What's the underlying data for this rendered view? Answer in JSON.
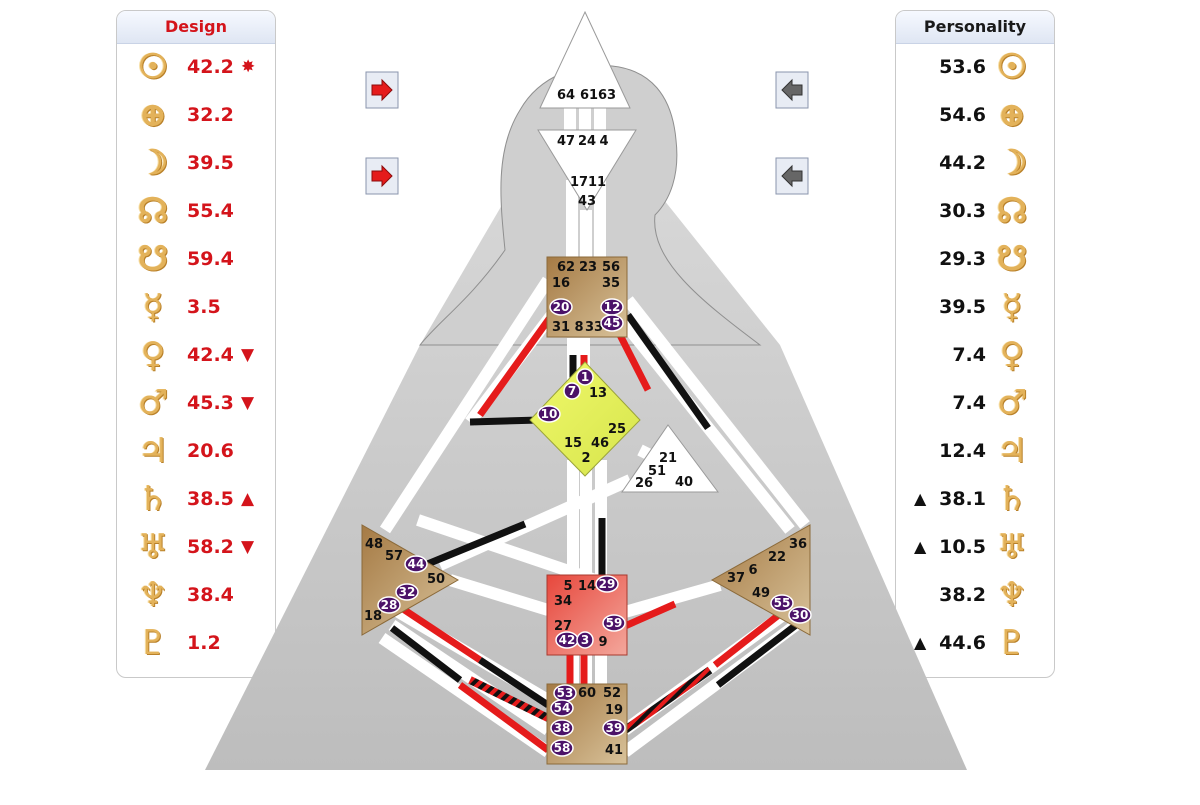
{
  "design": {
    "title": "Design",
    "rows": [
      {
        "glyph": "☉",
        "value": "42.2",
        "mark": "✸"
      },
      {
        "glyph": "⊕",
        "value": "32.2",
        "mark": ""
      },
      {
        "glyph": "☽",
        "value": "39.5",
        "mark": ""
      },
      {
        "glyph": "☊",
        "value": "55.4",
        "mark": ""
      },
      {
        "glyph": "☋",
        "value": "59.4",
        "mark": ""
      },
      {
        "glyph": "☿",
        "value": "3.5",
        "mark": ""
      },
      {
        "glyph": "♀",
        "value": "42.4",
        "mark": "▼"
      },
      {
        "glyph": "♂",
        "value": "45.3",
        "mark": "▼"
      },
      {
        "glyph": "♃",
        "value": "20.6",
        "mark": ""
      },
      {
        "glyph": "♄",
        "value": "38.5",
        "mark": "▲"
      },
      {
        "glyph": "♅",
        "value": "58.2",
        "mark": "▼"
      },
      {
        "glyph": "♆",
        "value": "38.4",
        "mark": ""
      },
      {
        "glyph": "♇",
        "value": "1.2",
        "mark": ""
      }
    ]
  },
  "personality": {
    "title": "Personality",
    "rows": [
      {
        "glyph": "☉",
        "value": "53.6",
        "mark": ""
      },
      {
        "glyph": "⊕",
        "value": "54.6",
        "mark": ""
      },
      {
        "glyph": "☽",
        "value": "44.2",
        "mark": ""
      },
      {
        "glyph": "☊",
        "value": "30.3",
        "mark": ""
      },
      {
        "glyph": "☋",
        "value": "29.3",
        "mark": ""
      },
      {
        "glyph": "☿",
        "value": "39.5",
        "mark": ""
      },
      {
        "glyph": "♀",
        "value": "7.4",
        "mark": ""
      },
      {
        "glyph": "♂",
        "value": "7.4",
        "mark": ""
      },
      {
        "glyph": "♃",
        "value": "12.4",
        "mark": ""
      },
      {
        "glyph": "♄",
        "value": "38.1",
        "mark": "▲"
      },
      {
        "glyph": "♅",
        "value": "10.5",
        "mark": "▲"
      },
      {
        "glyph": "♆",
        "value": "38.2",
        "mark": ""
      },
      {
        "glyph": "♇",
        "value": "44.6",
        "mark": "▲"
      }
    ]
  },
  "nav": {
    "left_icon": "red-arrow-right-icon",
    "right_icon": "gray-arrow-left-icon"
  },
  "colors": {
    "design_red": "#d4141b",
    "planet_gold": "#e3b25a",
    "highlight_purple": "#4b1268",
    "head_center": "#ffffff",
    "ajna_center": "#ffffff",
    "throat_center": "#b08a5a",
    "g_center": "#e6f36b",
    "sacral_center": "#e05a4e",
    "root_center": "#c9ad83",
    "spleen_center": "#b08a5a",
    "solar_plexus_center": "#b08a5a"
  },
  "bodygraph": {
    "head_gates": [
      "64",
      "61",
      "63"
    ],
    "ajna_gates": [
      "47",
      "24",
      "4",
      "17",
      "11",
      "43"
    ],
    "throat_gates": [
      "62",
      "23",
      "56",
      "16",
      "35",
      "20",
      "12",
      "31",
      "8",
      "33",
      "45"
    ],
    "g_gates": [
      "1",
      "7",
      "13",
      "10",
      "25",
      "15",
      "46",
      "2"
    ],
    "heart_gates": [
      "21",
      "51",
      "26",
      "40"
    ],
    "spleen_gates": [
      "48",
      "57",
      "44",
      "50",
      "32",
      "28",
      "18"
    ],
    "solar_plexus_gates": [
      "36",
      "22",
      "6",
      "37",
      "49",
      "55",
      "30"
    ],
    "sacral_gates": [
      "5",
      "14",
      "29",
      "34",
      "27",
      "59",
      "42",
      "3",
      "9"
    ],
    "root_gates": [
      "53",
      "60",
      "52",
      "54",
      "19",
      "38",
      "39",
      "58",
      "41"
    ],
    "highlighted_gates": [
      "20",
      "12",
      "45",
      "1",
      "7",
      "10",
      "44",
      "32",
      "28",
      "29",
      "59",
      "42",
      "3",
      "53",
      "54",
      "38",
      "39",
      "58",
      "55",
      "30"
    ]
  }
}
